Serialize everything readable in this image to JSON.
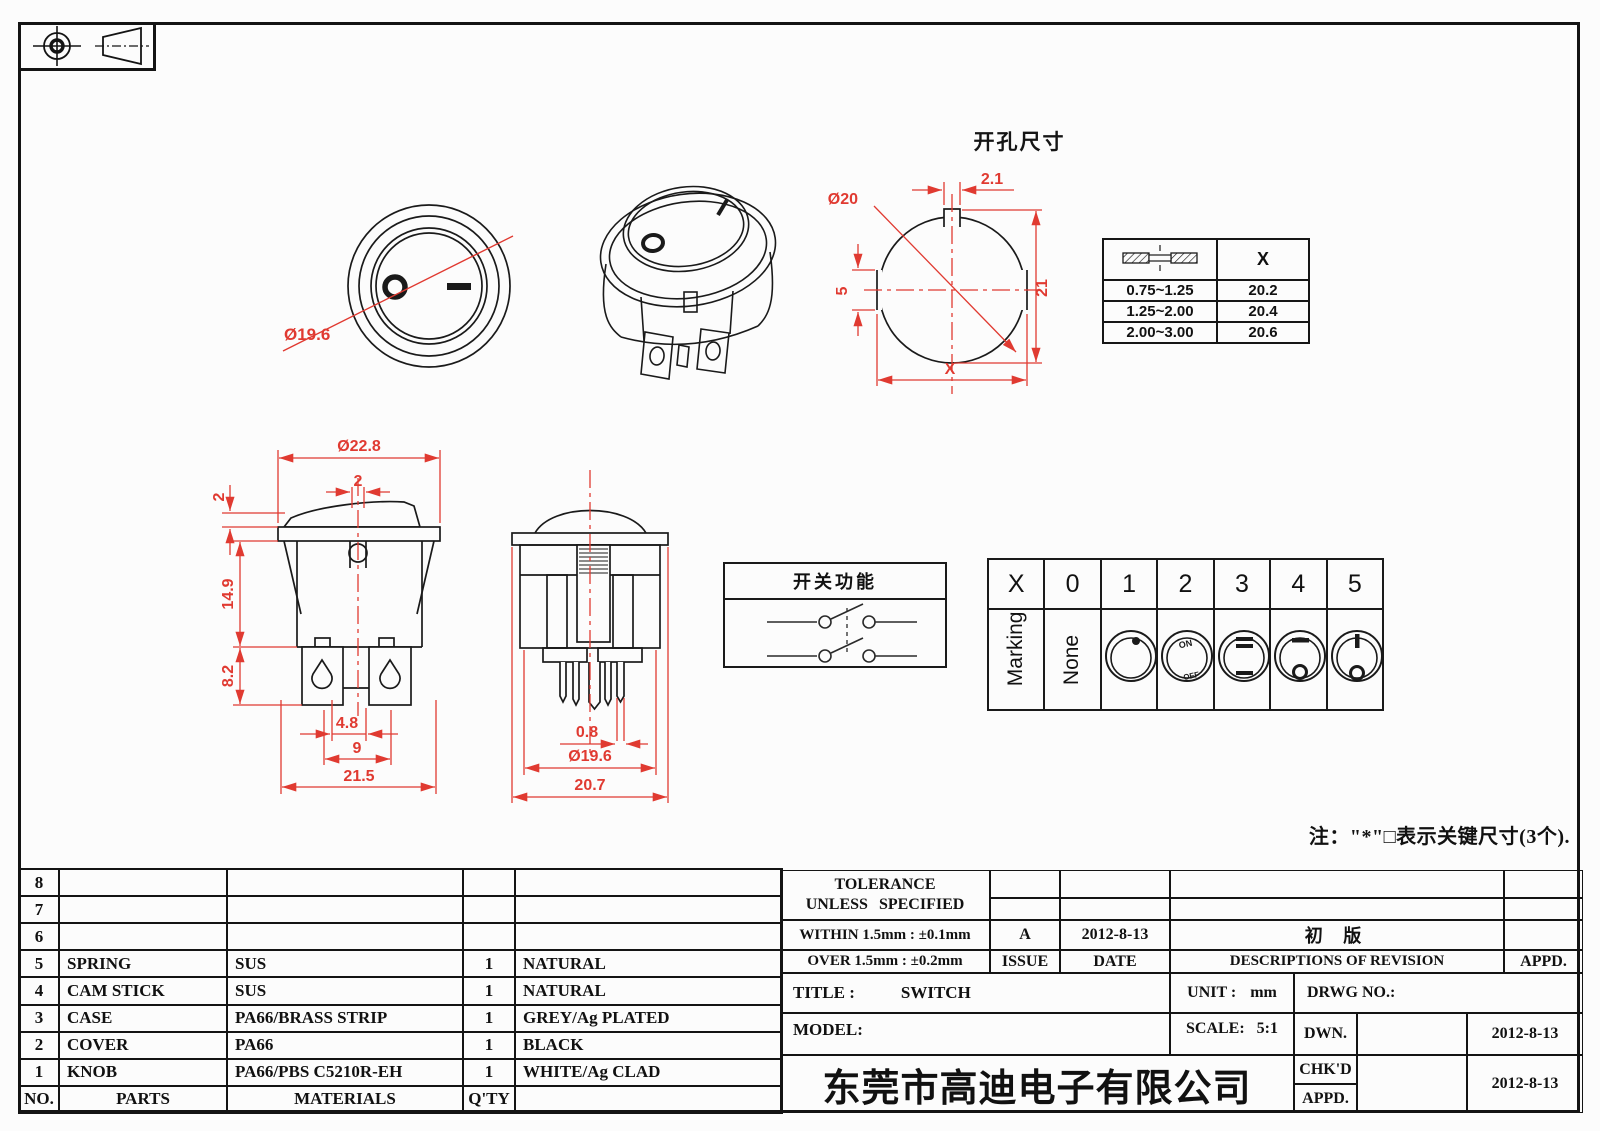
{
  "page": {
    "bg": "#fcfcfc",
    "line_color": "#1a1a1a",
    "dim_color": "#e03a31"
  },
  "titles": {
    "cutout": "开孔尺寸",
    "function": "开关功能",
    "note": "注：\"*\"□表示关键尺寸(3个)."
  },
  "front_view": {
    "dia_label": "Ø19.6",
    "marking_off": "O",
    "marking_on": "—"
  },
  "iso_view": {
    "marking_off": "O",
    "marking_on": "I"
  },
  "cutout_view": {
    "notch_width": "2.1",
    "diameter": "Ø20",
    "flat_height": "5",
    "total_height": "21",
    "width_label": "X"
  },
  "thickness_table": {
    "header_value": "X",
    "rows": [
      {
        "range": "0.75~1.25",
        "x": "20.2"
      },
      {
        "range": "1.25~2.00",
        "x": "20.4"
      },
      {
        "range": "2.00~3.00",
        "x": "20.6"
      }
    ]
  },
  "front_dim_view": {
    "width_top": "Ø22.8",
    "cap_height": "2",
    "slot_width": "2",
    "body_height": "14.9",
    "terminal_height": "8.2",
    "pin_offset": "4.8",
    "pin_pitch": "9",
    "body_width": "21.5"
  },
  "side_dim_view": {
    "pin_thickness": "0.8",
    "body_dia": "Ø19.6",
    "flange_width": "20.7"
  },
  "marking_table": {
    "columns": [
      "X",
      "0",
      "1",
      "2",
      "3",
      "4",
      "5"
    ],
    "row_header": "Marking",
    "none_label": "None",
    "icon2_top": "ON",
    "icon2_bottom": "OFF"
  },
  "parts_table": {
    "headers": {
      "no": "NO.",
      "parts": "PARTS",
      "materials": "MATERIALS",
      "qty": "Q'TY",
      "color": ""
    },
    "rows": [
      {
        "no": "8",
        "part": "",
        "material": "",
        "qty": "",
        "color": ""
      },
      {
        "no": "7",
        "part": "",
        "material": "",
        "qty": "",
        "color": ""
      },
      {
        "no": "6",
        "part": "",
        "material": "",
        "qty": "",
        "color": ""
      },
      {
        "no": "5",
        "part": "SPRING",
        "material": "SUS",
        "qty": "1",
        "color": "NATURAL"
      },
      {
        "no": "4",
        "part": "CAM STICK",
        "material": "SUS",
        "qty": "1",
        "color": "NATURAL"
      },
      {
        "no": "3",
        "part": "CASE",
        "material": "PA66/BRASS STRIP",
        "qty": "1",
        "color": "GREY/Ag PLATED"
      },
      {
        "no": "2",
        "part": "COVER",
        "material": "PA66",
        "qty": "1",
        "color": "BLACK"
      },
      {
        "no": "1",
        "part": "KNOB",
        "material": "PA66/PBS C5210R-EH",
        "qty": "1",
        "color": "WHITE/Ag CLAD"
      }
    ]
  },
  "title_block": {
    "tolerance_title": "TOLERANCE",
    "tolerance_sub": "UNLESS SPECIFIED",
    "within": "WITHIN 1.5mm : ±0.1mm",
    "over": "OVER 1.5mm : ±0.2mm",
    "issue_value": "A",
    "issue_date": "2012-8-13",
    "revision_desc": "初 版",
    "issue_label": "ISSUE",
    "date_label": "DATE",
    "descriptions_label": "DESCRIPTIONS OF REVISION",
    "appd_label": "APPD.",
    "title_label": "TITLE :",
    "title_value": "SWITCH",
    "unit_label": "UNIT :",
    "unit_value": "mm",
    "drwg_label": "DRWG NO.:",
    "model_label": "MODEL:",
    "scale_label": "SCALE:",
    "scale_value": "5:1",
    "dwn_label": "DWN.",
    "dwn_date": "2012-8-13",
    "chkd_label": "CHK'D",
    "appd_row_label": "APPD.",
    "chkd_date": "2012-8-13",
    "company": "东莞市高迪电子有限公司"
  }
}
